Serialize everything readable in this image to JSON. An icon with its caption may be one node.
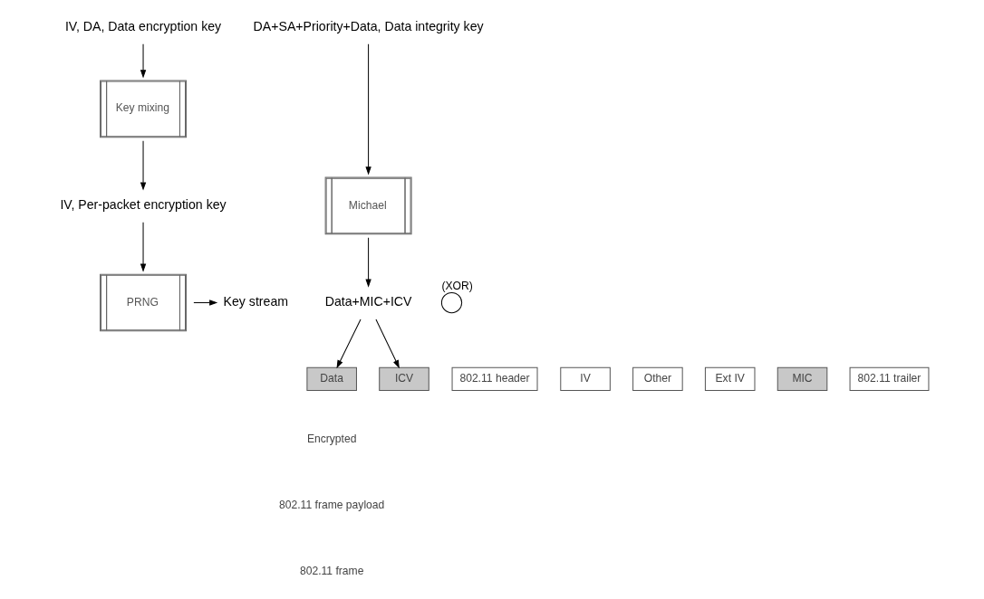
{
  "diagram": {
    "nodes": [
      {
        "text": [
          "IV, DA, Data encryption key"
        ]
      },
      {
        "text": [
          "Key mixing"
        ]
      },
      {
        "text": [
          "IV, Per-packet encryption key"
        ]
      },
      {
        "text": [
          "PRNG"
        ]
      },
      {
        "text": [
          "DA+SA+Priority+Data, Data integrity key"
        ]
      },
      {
        "text": [
          "Michael"
        ]
      },
      {
        "text": [
          "Key stream"
        ]
      },
      {
        "text": [],
        "shape": "circle",
        "beside": [
          "(XOR)"
        ]
      },
      {
        "text": [
          "Data+MIC+ICV"
        ]
      },
      {
        "text": [
          "802.11 header"
        ]
      },
      {
        "text": [
          "IV"
        ]
      },
      {
        "text": [
          "Other"
        ]
      },
      {
        "text": [
          "Ext IV"
        ]
      },
      {
        "text": [
          "Data"
        ]
      },
      {
        "text": [
          "MIC"
        ]
      },
      {
        "text": [
          "ICV"
        ]
      },
      {
        "text": [
          "802.11 trailer"
        ]
      }
    ],
    "edges": [
      {
        "from": 0,
        "to": 1,
        "arrow": "to"
      },
      {
        "from": 1,
        "to": 2,
        "arrow": "to"
      },
      {
        "from": 2,
        "to": 3,
        "arrow": "to"
      },
      {
        "from": 3,
        "to": 6,
        "arrow": "to"
      },
      {
        "from": 4,
        "to": 5,
        "arrow": "to"
      },
      {
        "from": 5,
        "to": 8,
        "arrow": "to"
      },
      {
        "from": 8,
        "to": 13,
        "arrow": "to"
      },
      {
        "from": 8,
        "to": 15,
        "arrow": "to"
      }
    ],
    "labels": [
      "Encrypted",
      "802.11 frame payload",
      "802.11 frame"
    ]
  }
}
